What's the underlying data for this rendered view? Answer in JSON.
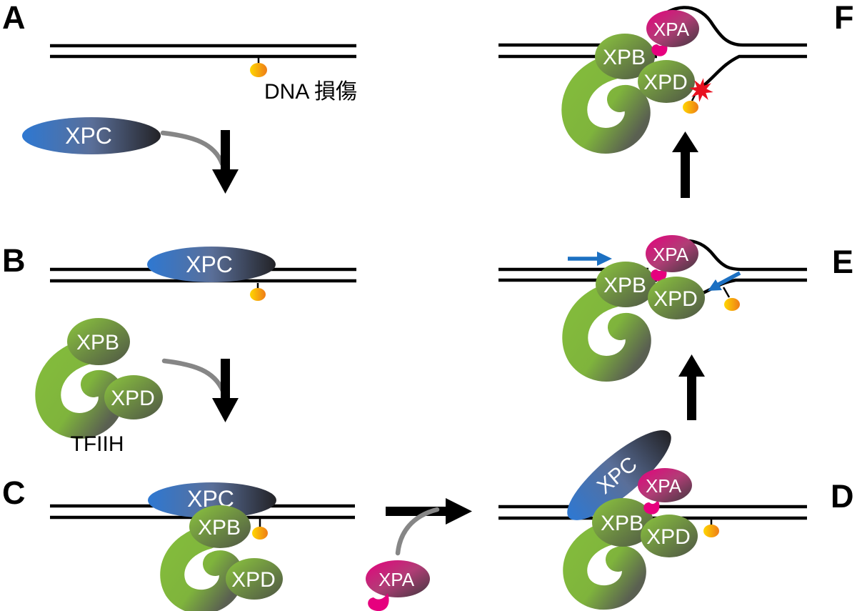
{
  "panels": {
    "a": "A",
    "b": "B",
    "c": "C",
    "d": "D",
    "e": "E",
    "f": "F"
  },
  "proteins": {
    "xpc": "XPC",
    "xpb": "XPB",
    "xpd": "XPD",
    "xpa": "XPA"
  },
  "complexes": {
    "tfiih": "TFIIH"
  },
  "annotations": {
    "dna_damage": "DNA 損傷"
  },
  "colors": {
    "xpc_blue_start": "#2e78d2",
    "xpc_blue_mid": "#5a6f99",
    "xpc_blue_end": "#232327",
    "protein_green_start": "#8cc63e",
    "protein_green_end": "#4e5446",
    "loop_green_start": "#83bb3c",
    "loop_green_end": "#5a6051",
    "xpa_pink_start": "#e6007e",
    "xpa_pink_end": "#3f383e",
    "damage_yellow": "#ffd600",
    "damage_orange": "#ee7c18",
    "burst_red": "#e8101f",
    "translocation_arrow_blue": "#1c70c2",
    "recruitment_arrow_gray": "#868686",
    "dna_black": "#000000"
  }
}
